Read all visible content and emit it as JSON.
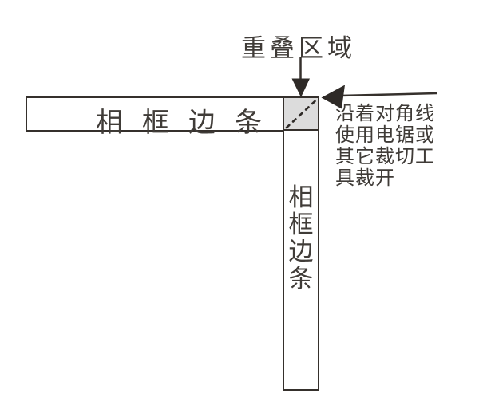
{
  "diagram": {
    "title": "重叠区域",
    "h_bar": {
      "label": "相框边条"
    },
    "v_bar": {
      "label": "相框边条",
      "chars": [
        "相",
        "框",
        "边",
        "条"
      ]
    },
    "note": {
      "lines": [
        "沿着对角线",
        "使用电锯或",
        "其它裁切工",
        "具裁开"
      ]
    },
    "icons": {
      "down_arrow": "arrow pointing down to overlap square",
      "left_arrow": "arrow pointing left to overlap corner",
      "diagonal_cut": "dashed diagonal cut line"
    },
    "colors": {
      "background": "#ffffff",
      "stroke": "#35302c",
      "text": "#3f3b37",
      "overlap_fill": "#dcdcdc"
    }
  }
}
